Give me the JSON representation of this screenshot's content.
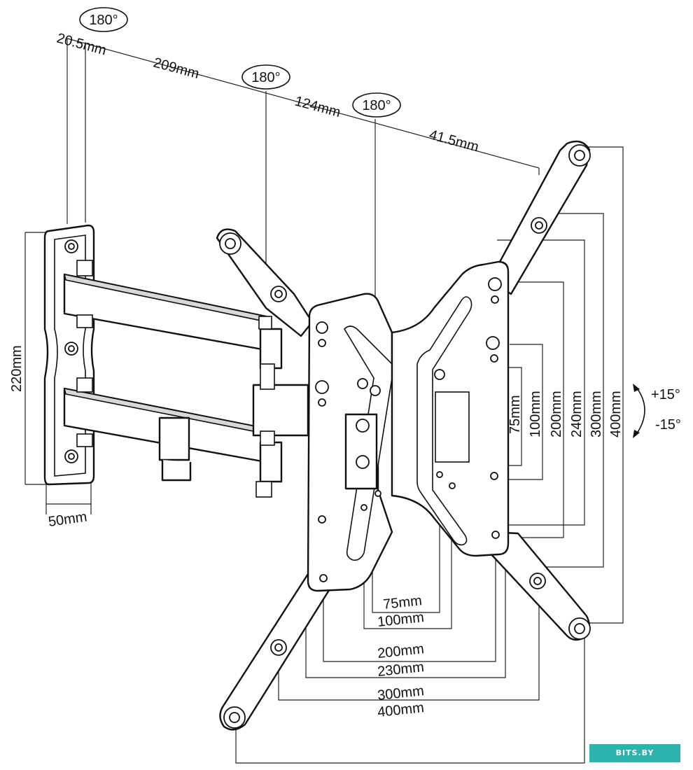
{
  "rotation_labels": {
    "top": "180°",
    "middle": "180°",
    "right": "180°"
  },
  "depth_dims": {
    "d1": "20.5mm",
    "d2": "209mm",
    "d3": "124mm",
    "d4": "41.5mm"
  },
  "wall_plate": {
    "height": "220mm",
    "width": "50mm"
  },
  "tilt": {
    "up": "+15°",
    "down": "-15°"
  },
  "vertical_vesa": [
    "75mm",
    "100mm",
    "200mm",
    "240mm",
    "300mm",
    "400mm"
  ],
  "horizontal_vesa": [
    "75mm",
    "100mm",
    "200mm",
    "230mm",
    "300mm",
    "400mm"
  ],
  "watermark": "BITS.BY"
}
